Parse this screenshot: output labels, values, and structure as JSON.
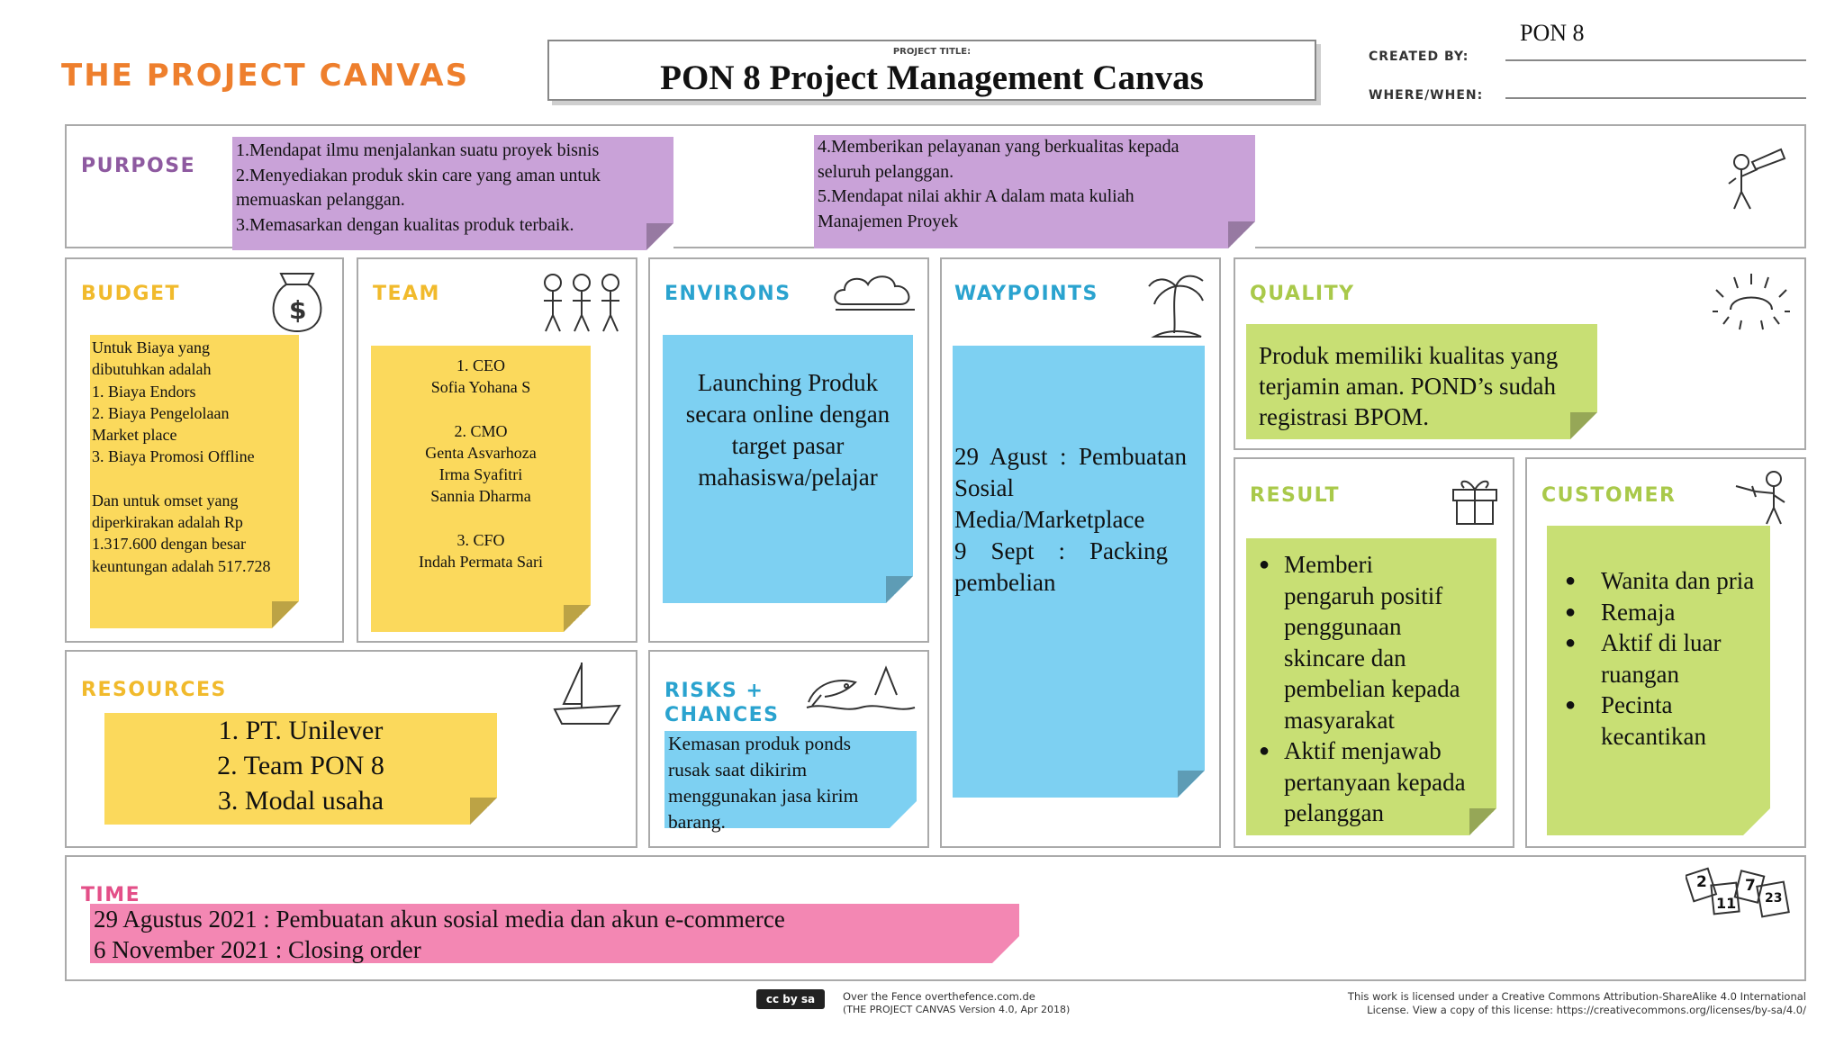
{
  "brand": "THE PROJECT CANVAS",
  "project_title_label": "PROJECT TITLE:",
  "project_title": "PON 8 Project Management Canvas",
  "created_by_label": "CREATED BY:",
  "created_by": "PON 8",
  "where_when_label": "WHERE/WHEN:",
  "where_when": "",
  "purpose": {
    "label": "PURPOSE",
    "note1": [
      "1.Mendapat ilmu menjalankan suatu proyek bisnis",
      "2.Menyediakan produk skin care yang aman untuk",
      "memuaskan pelanggan.",
      "3.Memasarkan dengan kualitas produk terbaik."
    ],
    "note2": [
      "4.Memberikan pelayanan yang berkualitas kepada",
      "seluruh pelanggan.",
      "5.Mendapat nilai akhir A dalam mata kuliah",
      "Manajemen Proyek"
    ]
  },
  "budget": {
    "label": "BUDGET",
    "lines": [
      "Untuk Biaya yang",
      "dibutuhkan adalah",
      "1.  Biaya Endors",
      "2. Biaya Pengelolaan",
      "Market place",
      "3. Biaya Promosi Offline",
      "",
      "Dan untuk omset yang",
      "diperkirakan adalah Rp",
      "1.317.600 dengan besar",
      "keuntungan adalah 517.728"
    ]
  },
  "team": {
    "label": "TEAM",
    "lines": [
      "1. CEO",
      "Sofia Yohana S",
      "",
      "2. CMO",
      "Genta Asvarhoza",
      "Irma Syafitri",
      "Sannia Dharma",
      "",
      "3. CFO",
      "Indah Permata Sari"
    ]
  },
  "environs": {
    "label": "ENVIRONS",
    "lines": [
      "Launching Produk",
      "secara online dengan",
      "target pasar",
      "mahasiswa/pelajar"
    ]
  },
  "waypoints": {
    "label": "WAYPOINTS",
    "line1": "29  Agust  :  Pembuatan",
    "line2": "Sosial",
    "line3": "Media/Marketplace",
    "line4": "9    Sept    :    Packing",
    "line5": "pembelian"
  },
  "quality": {
    "label": "QUALITY",
    "lines": [
      "Produk memiliki kualitas yang",
      "terjamin aman. POND’s sudah",
      "registrasi BPOM."
    ]
  },
  "result": {
    "label": "RESULT",
    "items": [
      [
        "Memberi",
        "pengaruh positif",
        "penggunaan",
        "skincare dan",
        "pembelian kepada",
        "masyarakat"
      ],
      [
        "Aktif menjawab",
        "pertanyaan kepada",
        "pelanggan"
      ]
    ]
  },
  "customer": {
    "label": "CUSTOMER",
    "items": [
      [
        "Wanita dan pria"
      ],
      [
        "Remaja"
      ],
      [
        "Aktif di luar",
        "ruangan"
      ],
      [
        "Pecinta",
        "kecantikan"
      ]
    ]
  },
  "resources": {
    "label": "RESOURCES",
    "lines": [
      "1. PT. Unilever",
      "2. Team PON 8",
      "3. Modal usaha"
    ]
  },
  "risks": {
    "label1": "RISKS +",
    "label2": "CHANCES",
    "lines": [
      "Kemasan produk ponds",
      "rusak saat dikirim",
      "menggunakan jasa kirim",
      "barang."
    ]
  },
  "time": {
    "label": "TIME",
    "lines": [
      "29 Agustus 2021 : Pembuatan akun sosial media dan akun e-commerce",
      "6 November 2021 : Closing order"
    ],
    "calendar_numbers": [
      "2",
      "11",
      "7",
      "23"
    ]
  },
  "footer": {
    "cc_text": "cc by sa",
    "left1": "Over the Fence overthefence.com.de",
    "left2": "(THE PROJECT CANVAS Version 4.0, Apr 2018)",
    "right1": "This work is licensed under a Creative Commons Attribution-ShareAlike 4.0 International",
    "right2": "License. View a copy of this license: https://creativecommons.org/licenses/by-sa/4.0/"
  },
  "colors": {
    "yellow": "#fbd95c",
    "purple": "#c9a2d8",
    "blue": "#7dd0f2",
    "green": "#c8df74",
    "pink": "#f387b3",
    "brand": "#ee7f2d"
  }
}
